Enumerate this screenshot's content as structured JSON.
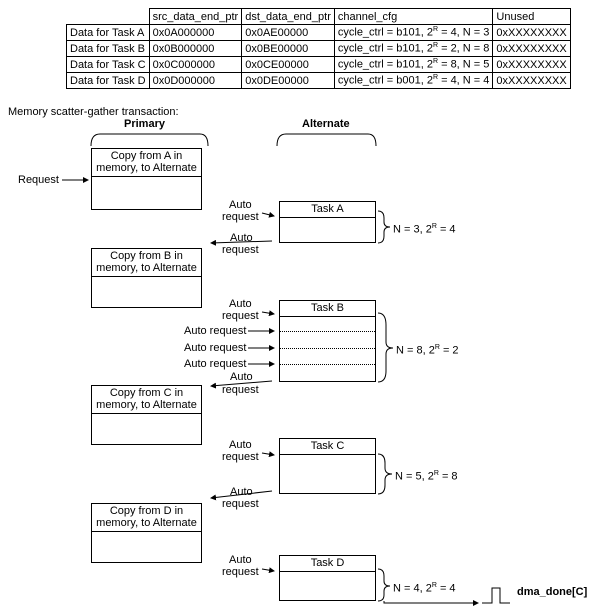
{
  "table": {
    "headers": [
      "",
      "src_data_end_ptr",
      "dst_data_end_ptr",
      "channel_cfg",
      "Unused"
    ],
    "rows": [
      [
        "Data for Task A",
        "0x0A000000",
        "0x0AE00000",
        "cycle_ctrl = b101, 2R = 4, N = 3",
        "0xXXXXXXXX"
      ],
      [
        "Data for Task B",
        "0x0B000000",
        "0x0BE00000",
        "cycle_ctrl = b101, 2R = 2, N = 8",
        "0xXXXXXXXX"
      ],
      [
        "Data for Task C",
        "0x0C000000",
        "0x0CE00000",
        "cycle_ctrl = b101, 2R = 8, N = 5",
        "0xXXXXXXXX"
      ],
      [
        "Data for Task D",
        "0x0D000000",
        "0x0DE00000",
        "cycle_ctrl = b001, 2R = 4, N = 4",
        "0xXXXXXXXX"
      ]
    ]
  },
  "diagram": {
    "title": "Memory scatter-gather transaction:",
    "primary_label": "Primary",
    "alternate_label": "Alternate",
    "request_label": "Request",
    "auto_request": "Auto request",
    "auto": "Auto",
    "request": "request",
    "primary_boxes": [
      {
        "line1": "Copy from A in",
        "line2": "memory, to Alternate"
      },
      {
        "line1": "Copy from B in",
        "line2": "memory, to Alternate"
      },
      {
        "line1": "Copy from C in",
        "line2": "memory, to Alternate"
      },
      {
        "line1": "Copy from D in",
        "line2": "memory, to Alternate"
      }
    ],
    "tasks": [
      {
        "label": "Task A",
        "annotation": "N = 3, 2R = 4"
      },
      {
        "label": "Task B",
        "annotation": "N = 8, 2R = 2"
      },
      {
        "label": "Task C",
        "annotation": "N = 5, 2R = 8"
      },
      {
        "label": "Task D",
        "annotation": "N = 4, 2R = 4"
      }
    ],
    "dma_done": "dma_done[C]"
  }
}
